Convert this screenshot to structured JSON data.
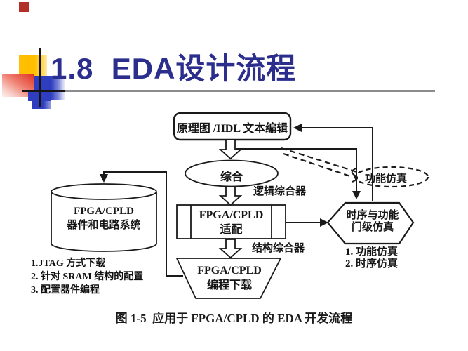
{
  "slide": {
    "title": "1.8  EDA设计流程",
    "caption": "图 1-5  应用于 FPGA/CPLD 的 EDA 开发流程"
  },
  "diagram": {
    "nodes": {
      "edit_box": "原理图 /HDL 文本编辑",
      "synthesis": "综合",
      "fit_line1": "FPGA/CPLD",
      "fit_line2": "适配",
      "download_line1": "FPGA/CPLD",
      "download_line2": "编程下载",
      "device_line1": "FPGA/CPLD",
      "device_line2": "器件和电路系统",
      "sim_hex_line1": "时序与功能",
      "sim_hex_line2": "门级仿真",
      "func_sim_bubble": "功能仿真"
    },
    "labels": {
      "logic_synthesizer": "逻辑综合器",
      "struct_synthesizer": "结构综合器"
    },
    "lists": {
      "download_notes": [
        "1.JTAG 方式下载",
        "2. 针对 SRAM 结构的配置",
        "3. 配置器件编程"
      ],
      "sim_types": [
        "1. 功能仿真",
        "2. 时序仿真"
      ]
    }
  },
  "colors": {
    "title_blue": "#2b2e8c",
    "diagram_line": "#1a1a1a",
    "accent_yellow": "#ffbf00",
    "accent_red": "#e03a2a",
    "accent_blue": "#2f3ebe",
    "divider_gray": "#8c8c8c",
    "corner_red": "#b23028",
    "background": "#ffffff"
  }
}
